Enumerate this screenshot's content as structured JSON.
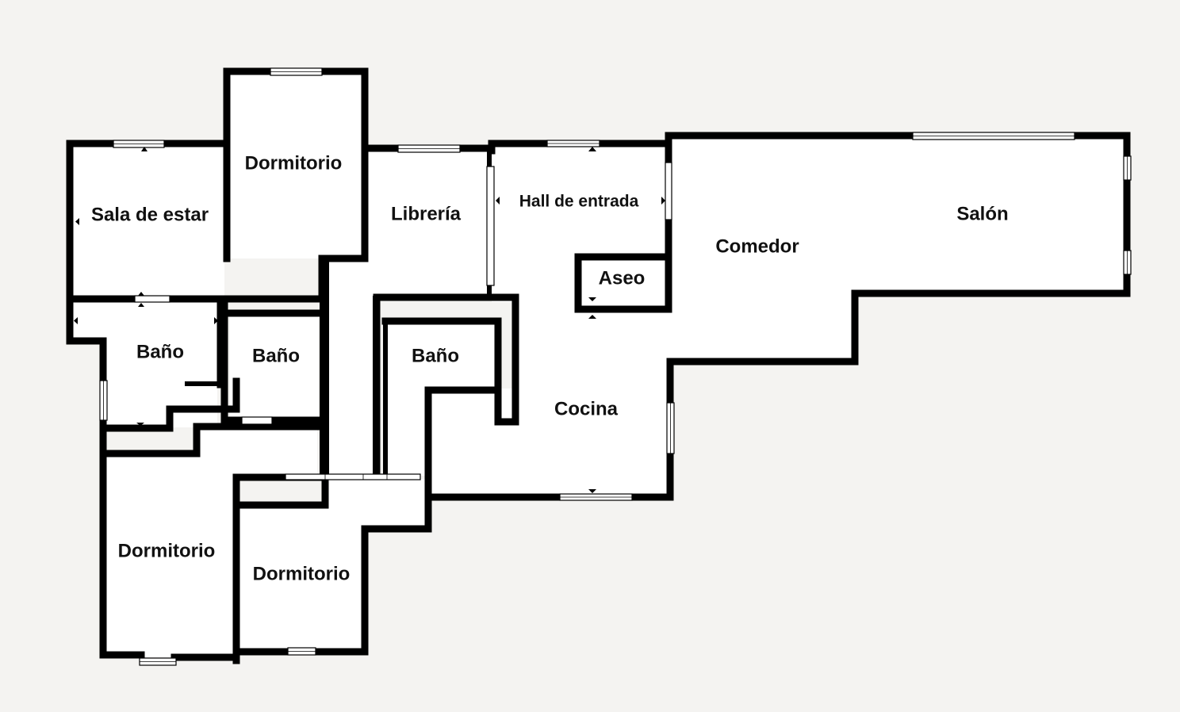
{
  "plan": {
    "rooms": {
      "sala_de_estar": "Sala de estar",
      "dormitorio_top": "Dormitorio",
      "libreria": "Librería",
      "hall": "Hall de entrada",
      "aseo": "Aseo",
      "comedor": "Comedor",
      "salon": "Salón",
      "bano_1": "Baño",
      "bano_2": "Baño",
      "bano_3": "Baño",
      "cocina": "Cocina",
      "dormitorio_left": "Dormitorio",
      "dormitorio_mid": "Dormitorio"
    }
  }
}
